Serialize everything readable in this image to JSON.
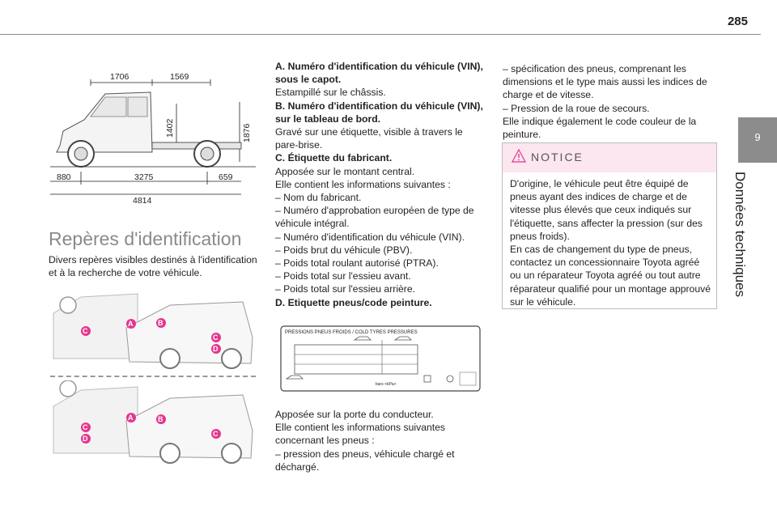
{
  "page": {
    "number": "285"
  },
  "chapter": {
    "number": "9",
    "title": "Données techniques"
  },
  "dimensions": {
    "d1706": "1706",
    "d1569": "1569",
    "d1402": "1402",
    "d1876": "1876",
    "d880": "880",
    "d3275": "3275",
    "d659": "659",
    "d4814": "4814"
  },
  "section": {
    "title": "Repères d'identification",
    "intro": "Divers repères visibles destinés à l'identification et à la recherche de votre véhicule."
  },
  "markers": {
    "a": "A",
    "b": "B",
    "c": "C",
    "d": "D"
  },
  "col2": {
    "a_title": "A. Numéro d'identification du véhicule (VIN), sous le capot.",
    "a_text": "Estampillé sur le châssis.",
    "b_title": "B. Numéro d'identification du véhicule (VIN), sur le tableau de bord.",
    "b_text": "Gravé sur une étiquette, visible à travers le pare-brise.",
    "c_title": "C. Étiquette du fabricant.",
    "c_text1": "Apposée sur le montant central.",
    "c_text2": "Elle contient les informations suivantes :",
    "c_items": [
      "–  Nom du fabricant.",
      "–  Numéro d'approbation européen de type de véhicule intégral.",
      "–  Numéro d'identification du véhicule (VIN).",
      "–  Poids brut du véhicule (PBV).",
      "–  Poids total roulant autorisé (PTRA).",
      "–  Poids total sur l'essieu avant.",
      "–  Poids total sur l'essieu arrière."
    ],
    "d_title": "D. Etiquette pneus/code peinture."
  },
  "label": {
    "title": "PRESSIONS PNEUS FROIDS / COLD TYRES PRESSURES",
    "units": "bars   <kPa>"
  },
  "col2_bottom": {
    "text1": "Apposée sur la porte du conducteur.",
    "text2": "Elle contient les informations suivantes concernant les pneus :",
    "item1": "–  pression des pneus, véhicule chargé et déchargé."
  },
  "col3": {
    "item1": "–  spécification des pneus, comprenant les dimensions et le type mais aussi les indices de charge et de vitesse.",
    "item2": "–  Pression de la roue de secours.",
    "text": "Elle indique également le code couleur de la peinture."
  },
  "notice": {
    "title": "NOTICE",
    "p1": "D'origine, le véhicule peut être équipé de pneus ayant des indices de charge et de vitesse plus élevés que ceux indiqués sur l'étiquette, sans affecter la pression (sur des pneus froids).",
    "p2": "En cas de changement du type de pneus, contactez un concessionnaire Toyota agréé ou un réparateur Toyota agréé ou tout autre réparateur qualifié pour un montage approuvé sur le véhicule."
  },
  "colors": {
    "accent": "#e5358f",
    "tab": "#8c8c8c",
    "notice_bg": "#fce6ef"
  }
}
